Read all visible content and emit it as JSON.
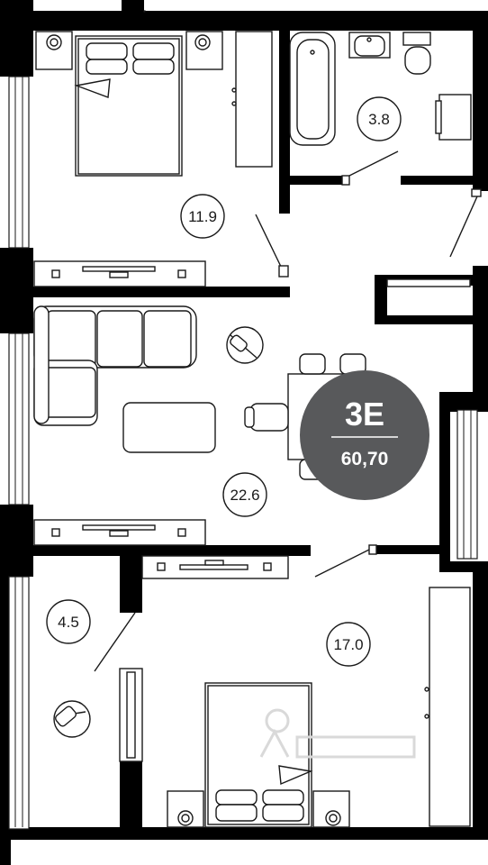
{
  "rooms": [
    {
      "id": "bedroom-1",
      "area": "11.9"
    },
    {
      "id": "bathroom",
      "area": "3.8"
    },
    {
      "id": "living-room",
      "area": "22.6"
    },
    {
      "id": "balcony",
      "area": "4.5"
    },
    {
      "id": "bedroom-2",
      "area": "17.0"
    }
  ],
  "badge": {
    "apartment_type": "3E",
    "total_area": "60,70"
  },
  "colors": {
    "wall": "#000000",
    "badge": "#58595b",
    "badge_text": "#ffffff",
    "line": "#1a1a1a",
    "watermark": "#d9d9d9"
  }
}
